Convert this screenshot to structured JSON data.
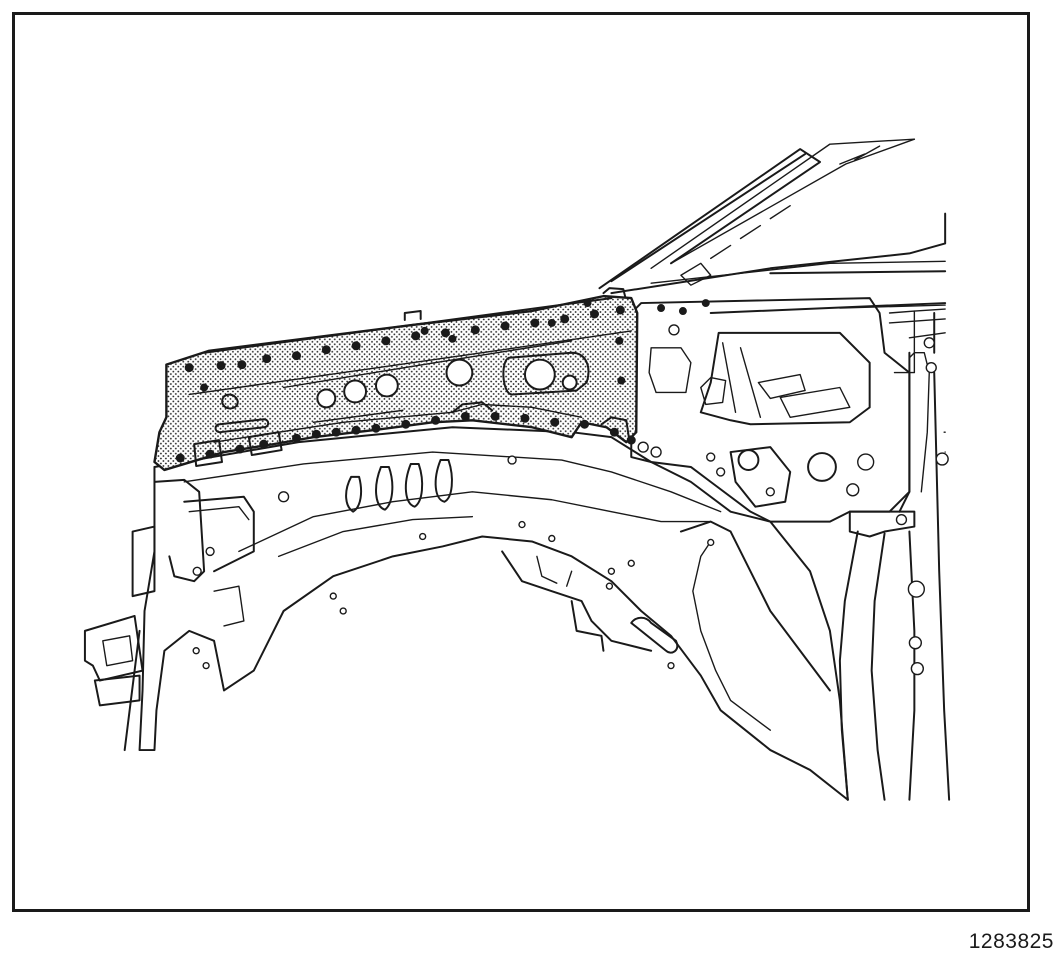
{
  "figure": {
    "reference_number": "1283825",
    "illustration": "vehicle-front-left-body-structure",
    "highlighted_part": "upper-wheelhouse-side-member-panel",
    "colors": {
      "line": "#1a1a1a",
      "background": "#ffffff",
      "highlight_fill": "#d8d8d8"
    }
  }
}
